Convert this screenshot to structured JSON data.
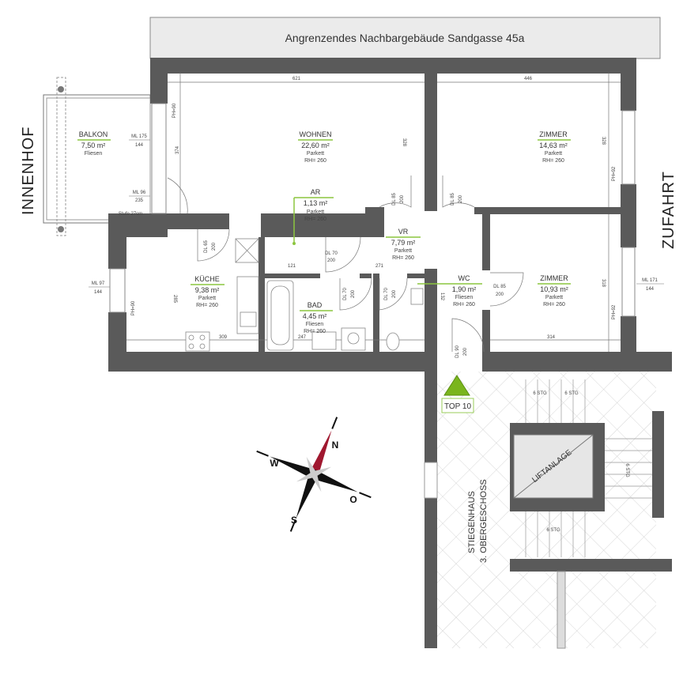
{
  "neighbor_label": "Angrenzendes Nachbargebäude Sandgasse 45a",
  "side_labels": {
    "left": "INNENHOF",
    "right": "ZUFAHRT"
  },
  "rooms": [
    {
      "name": "BALKON",
      "area": "7,50 m²",
      "floor": "Fliesen",
      "height": ""
    },
    {
      "name": "WOHNEN",
      "area": "22,60 m²",
      "floor": "Parkett",
      "height": "RH= 260"
    },
    {
      "name": "AR",
      "area": "1,13 m²",
      "floor": "Parkett",
      "height": "RH= 260"
    },
    {
      "name": "ZIMMER",
      "area": "14,63 m²",
      "floor": "Parkett",
      "height": "RH= 260"
    },
    {
      "name": "VR",
      "area": "7,79 m²",
      "floor": "Parkett",
      "height": "RH= 260"
    },
    {
      "name": "KÜCHE",
      "area": "9,38 m²",
      "floor": "Parkett",
      "height": "RH= 260"
    },
    {
      "name": "BAD",
      "area": "4,45 m²",
      "floor": "Fliesen",
      "height": "RH= 260"
    },
    {
      "name": "WC",
      "area": "1,90 m²",
      "floor": "Fliesen",
      "height": "RH= 260"
    },
    {
      "name": "ZIMMER",
      "area": "10,93 m²",
      "floor": "Parkett",
      "height": "RH= 260"
    }
  ],
  "windows": {
    "balkon_window": {
      "ml": "ML 175",
      "h": "144"
    },
    "balkon_door": {
      "ml": "ML 96",
      "h": "235",
      "note": "Stufe 27cm"
    },
    "kitchen": {
      "ml": "ML 97",
      "h": "144"
    },
    "zimmer2": {
      "ml": "ML 171",
      "h": "144"
    }
  },
  "doors": [
    {
      "dl": "DL 65",
      "h": "200"
    },
    {
      "dl": "DL 70",
      "h": "200"
    },
    {
      "dl": "DL 70",
      "h": "200"
    },
    {
      "dl": "DL 70",
      "h": "200"
    },
    {
      "dl": "DL 85",
      "h": "200"
    },
    {
      "dl": "DL 85",
      "h": "200"
    },
    {
      "dl": "DL 85",
      "h": "200"
    },
    {
      "dl": "DL 90",
      "h": "200"
    }
  ],
  "dimensions": {
    "wohnen_width": "621",
    "wohnen_depth": "374",
    "wohnen_right": "328",
    "zimmer1_width": "446",
    "zimmer1_depth": "328",
    "kueche_width": "309",
    "kueche_depth": "285",
    "bad_width": "247",
    "zimmer2_width": "314",
    "zimmer2_depth": "318",
    "wc_depth": "132",
    "vr_width": "271",
    "ar_width": "121",
    "ph_wohnen": "PH=90",
    "ph_kueche": "PH=90",
    "ph_z1": "PH=92",
    "ph_z2": "PH=92"
  },
  "entrance": {
    "label": "TOP 10",
    "color": "#7ab51d"
  },
  "stairwell": {
    "name": "STIEGENHAUS",
    "floor": "3. OBERGESCHOSS",
    "lift": "LIFTANLAGE",
    "steps": [
      "6 STG",
      "6 STG",
      "6 STG",
      "6 STG"
    ]
  },
  "compass": {
    "n": "N",
    "s": "S",
    "w": "W",
    "o": "O",
    "needle_color": "#a0182f"
  },
  "colors": {
    "wall": "#5a5a5a",
    "accent": "#8cc63f"
  }
}
